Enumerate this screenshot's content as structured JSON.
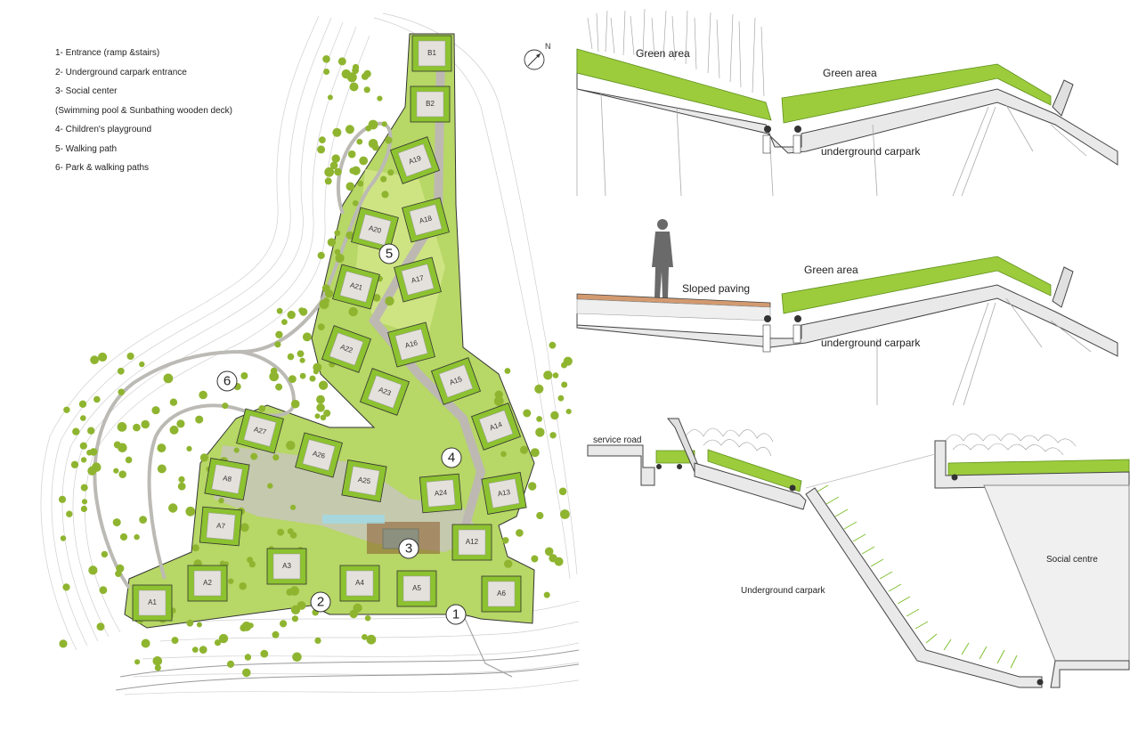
{
  "legend": {
    "items": [
      "1- Entrance (ramp &stairs)",
      "2- Underground carpark entrance",
      "3- Social center",
      "(Swimming pool & Sunbathing wooden deck)",
      "4- Children's playground",
      "5- Walking path",
      "6- Park & walking paths"
    ]
  },
  "north_label": "N",
  "markers": [
    "1",
    "2",
    "3",
    "4",
    "5",
    "6"
  ],
  "blocks": [
    "B1",
    "B2",
    "A19",
    "A18",
    "A20",
    "A17",
    "A21",
    "A16",
    "A22",
    "A15",
    "A23",
    "A14",
    "A27",
    "A26",
    "A25",
    "A24",
    "A13",
    "A8",
    "A7",
    "A12",
    "A3",
    "A4",
    "A5",
    "A6",
    "A2",
    "A1"
  ],
  "section1": {
    "label_left": "Green area",
    "label_right": "Green area",
    "label_under": "underground carpark"
  },
  "section2": {
    "label_paving": "Sloped paving",
    "label_green": "Green area",
    "label_under": "underground carpark"
  },
  "section3": {
    "label_road": "service road",
    "label_carpark": "Underground carpark",
    "label_social": "Social centre"
  },
  "colors": {
    "green": "#9ccc3c",
    "green_light": "#cfe47a",
    "green_dark": "#6f9a22",
    "building": "#e4e1dc",
    "path": "#c9c5bf",
    "tree": "#8fb530",
    "pool": "#8fd3e2",
    "deck": "#8a5a2e"
  }
}
